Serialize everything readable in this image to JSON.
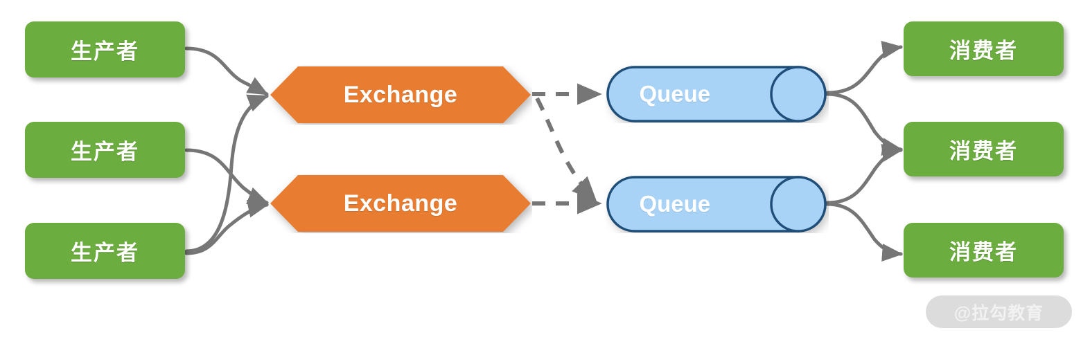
{
  "diagram": {
    "title": "RabbitMQ producer-exchange-queue-consumer flow",
    "background": "#ffffff",
    "colors": {
      "producer_fill": "#6cad3f",
      "consumer_fill": "#6cad3f",
      "exchange_fill": "#e87d31",
      "queue_fill": "#a8d3f7",
      "queue_stroke": "#1f4e79",
      "connector": "#767676",
      "label_text": "#ffffff",
      "watermark_bg": "#dcdcdc",
      "watermark_text": "#f2f2f2"
    },
    "producers": [
      {
        "id": "producer-1",
        "label": "生产者"
      },
      {
        "id": "producer-2",
        "label": "生产者"
      },
      {
        "id": "producer-3",
        "label": "生产者"
      }
    ],
    "exchanges": [
      {
        "id": "exchange-1",
        "label": "Exchange"
      },
      {
        "id": "exchange-2",
        "label": "Exchange"
      }
    ],
    "queues": [
      {
        "id": "queue-1",
        "label": "Queue"
      },
      {
        "id": "queue-2",
        "label": "Queue"
      }
    ],
    "consumers": [
      {
        "id": "consumer-1",
        "label": "消费者"
      },
      {
        "id": "consumer-2",
        "label": "消费者"
      },
      {
        "id": "consumer-3",
        "label": "消费者"
      }
    ],
    "connections": [
      {
        "from": "producer-1",
        "to": "exchange-1",
        "style": "solid-curve",
        "arrow": true
      },
      {
        "from": "producer-2",
        "to": "exchange-2",
        "style": "solid-curve",
        "arrow": true
      },
      {
        "from": "producer-3",
        "to": "exchange-1",
        "style": "solid-curve",
        "arrow": true
      },
      {
        "from": "producer-3",
        "to": "exchange-2",
        "style": "solid-curve",
        "arrow": true
      },
      {
        "from": "exchange-1",
        "to": "queue-1",
        "style": "dashed",
        "arrow": true
      },
      {
        "from": "exchange-1",
        "to": "queue-2",
        "style": "dashed",
        "arrow": true
      },
      {
        "from": "exchange-2",
        "to": "queue-2",
        "style": "dashed",
        "arrow": true
      },
      {
        "from": "queue-1",
        "to": "consumer-1",
        "style": "solid-curve",
        "arrow": true
      },
      {
        "from": "queue-1",
        "to": "consumer-2",
        "style": "solid-curve",
        "arrow": true
      },
      {
        "from": "queue-2",
        "to": "consumer-2",
        "style": "solid-curve",
        "arrow": true
      },
      {
        "from": "queue-2",
        "to": "consumer-3",
        "style": "solid-curve",
        "arrow": true
      }
    ],
    "watermark": {
      "text": "@拉勾教育"
    }
  }
}
